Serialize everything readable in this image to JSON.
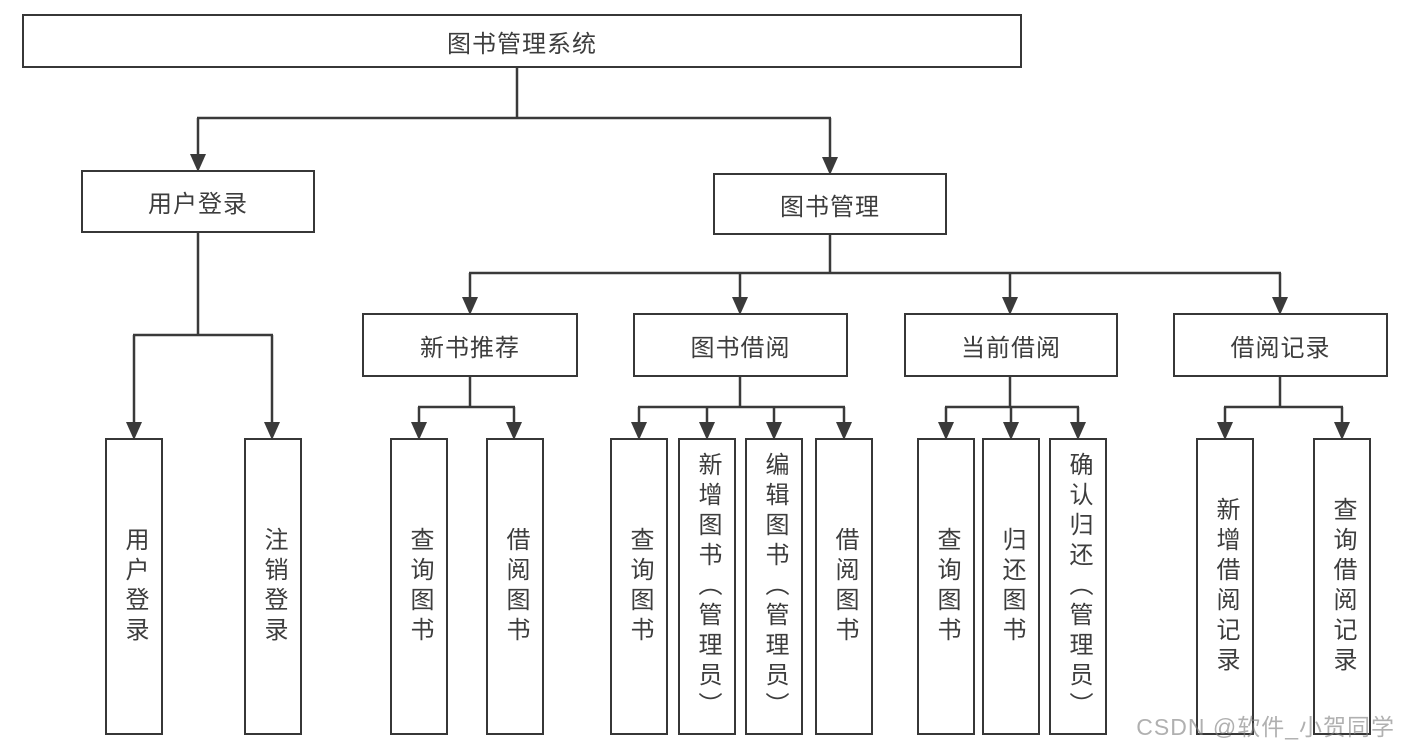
{
  "tree": {
    "root": {
      "label": "图书管理系统"
    },
    "branches": [
      {
        "label": "用户登录",
        "children": [
          {
            "label": "用户登录"
          },
          {
            "label": "注销登录"
          }
        ]
      },
      {
        "label": "图书管理",
        "groups": [
          {
            "label": "新书推荐",
            "children": [
              {
                "label": "查询图书"
              },
              {
                "label": "借阅图书"
              }
            ]
          },
          {
            "label": "图书借阅",
            "children": [
              {
                "label": "查询图书"
              },
              {
                "label": "新增图书（管理员）"
              },
              {
                "label": "编辑图书（管理员）"
              },
              {
                "label": "借阅图书"
              }
            ]
          },
          {
            "label": "当前借阅",
            "children": [
              {
                "label": "查询图书"
              },
              {
                "label": "归还图书"
              },
              {
                "label": "确认归还（管理员）"
              }
            ]
          },
          {
            "label": "借阅记录",
            "children": [
              {
                "label": "新增借阅记录"
              },
              {
                "label": "查询借阅记录"
              }
            ]
          }
        ]
      }
    ]
  },
  "watermark": "CSDN @软件_小贺同学",
  "colors": {
    "line": "#3a3a3a",
    "box_border": "#373737",
    "text": "#3d3d3d",
    "watermark": "#808080"
  }
}
